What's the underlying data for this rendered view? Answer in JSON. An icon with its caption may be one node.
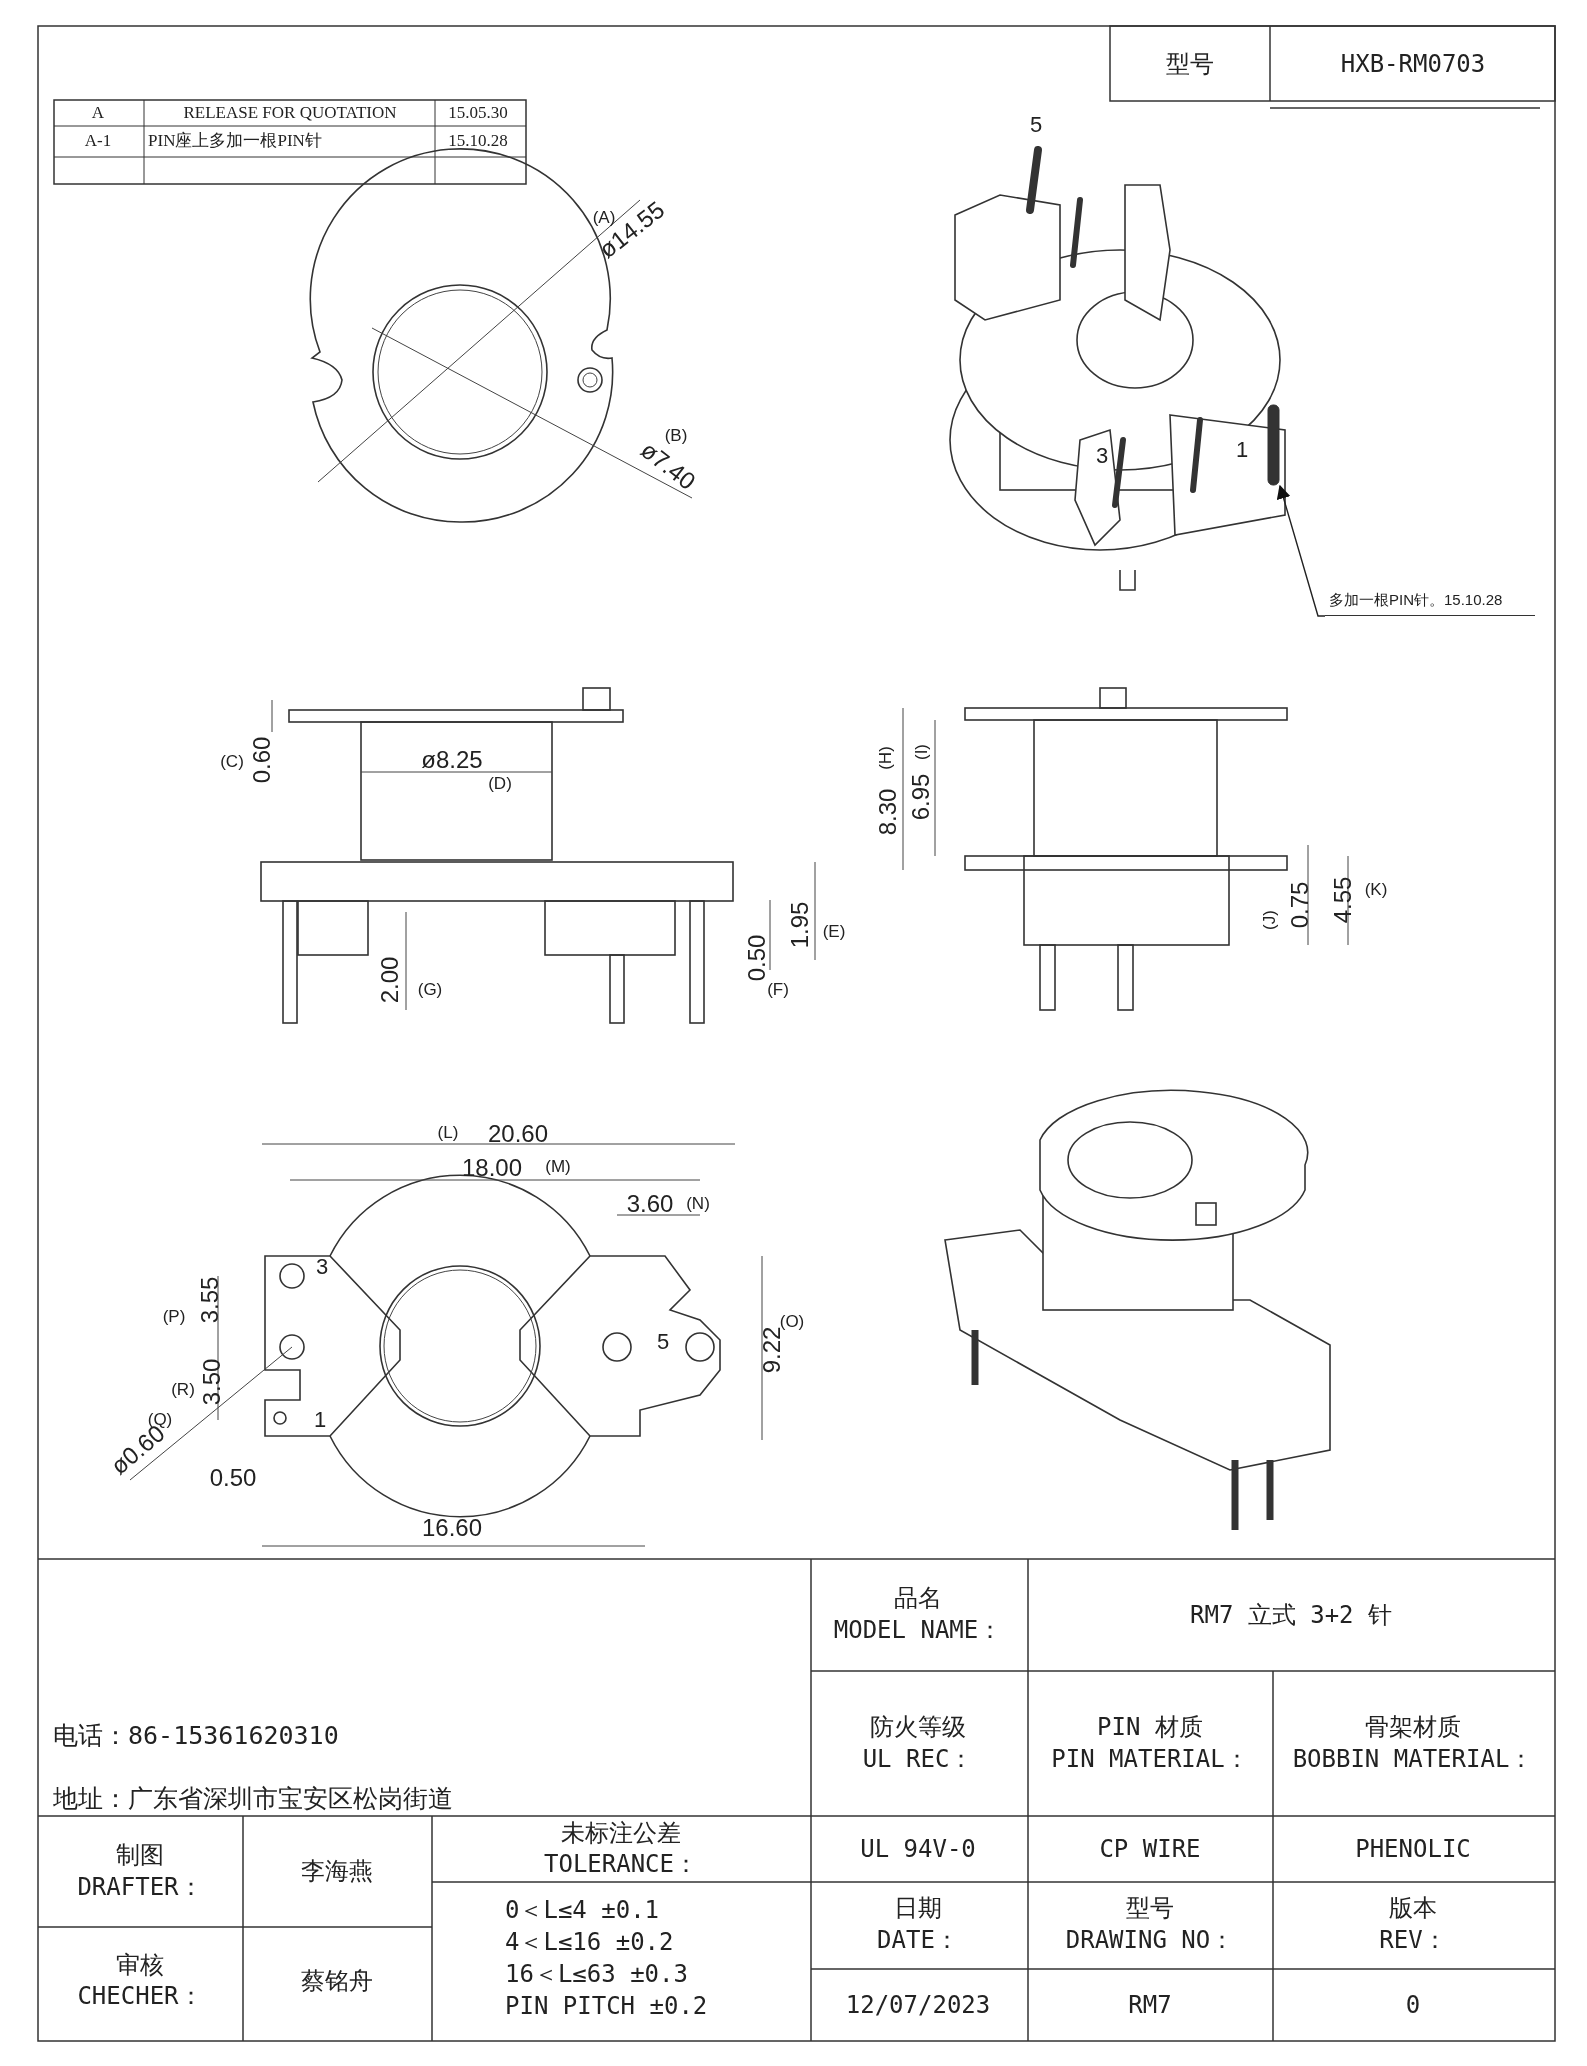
{
  "diagram": {
    "nodes": [
      {
        "text": [
          "多加一根PIN针。15.10.28"
        ]
      },
      {
        "text": [],
        "shape": "bar"
      }
    ],
    "edges": [
      {
        "from": 0,
        "to": 1,
        "arrow": "to"
      }
    ],
    "labels": [
      "A",
      "RELEASE FOR QUOTATION",
      "15.05.30",
      "A-1",
      "PIN座上多加一根PIN针",
      "15.10.28",
      "型号",
      "HXB-RM0703",
      "(A)",
      "ø14.55",
      "(B)",
      "ø7.40",
      "5",
      "1",
      "3",
      "(C)",
      "0.60",
      "ø8.25",
      "(D)",
      "2.00",
      "(G)",
      "0.50",
      "1.95",
      "(E)",
      "(F)",
      "(H)",
      "8.30",
      "(I)",
      "6.95",
      "(J)",
      "0.75",
      "4.55",
      "(K)",
      "(L)",
      "20.60",
      "18.00",
      "(M)",
      "3.60",
      "(N)",
      "3",
      "(P)",
      "3.55",
      "(R)",
      "3.50",
      "(Q)",
      "ø0.60",
      "1",
      "5",
      "9.22",
      "(O)",
      "0.50",
      "16.60",
      "电话：86-15361620310",
      "地址：广东省深圳市宝安区松岗街道",
      "品名",
      "MODEL NAME：",
      "RM7 立式 3+2 针",
      "防火等级",
      "UL REC：",
      "PIN 材质",
      "PIN MATERIAL：",
      "骨架材质",
      "BOBBIN MATERIAL：",
      "制图",
      "DRAFTER：",
      "李海燕",
      "未标注公差",
      "TOLERANCE：",
      "UL 94V-0",
      "CP WIRE",
      "PHENOLIC",
      "0＜L≤4 ±0.1",
      "4＜L≤16 ±0.2",
      "16＜L≤63 ±0.3",
      "PIN PITCH ±0.2",
      "日期",
      "DATE：",
      "型号",
      "DRAWING NO：",
      "版本",
      "REV：",
      "审核",
      "CHECHER：",
      "蔡铭舟",
      "12/07/2023",
      "RM7",
      "0"
    ]
  }
}
